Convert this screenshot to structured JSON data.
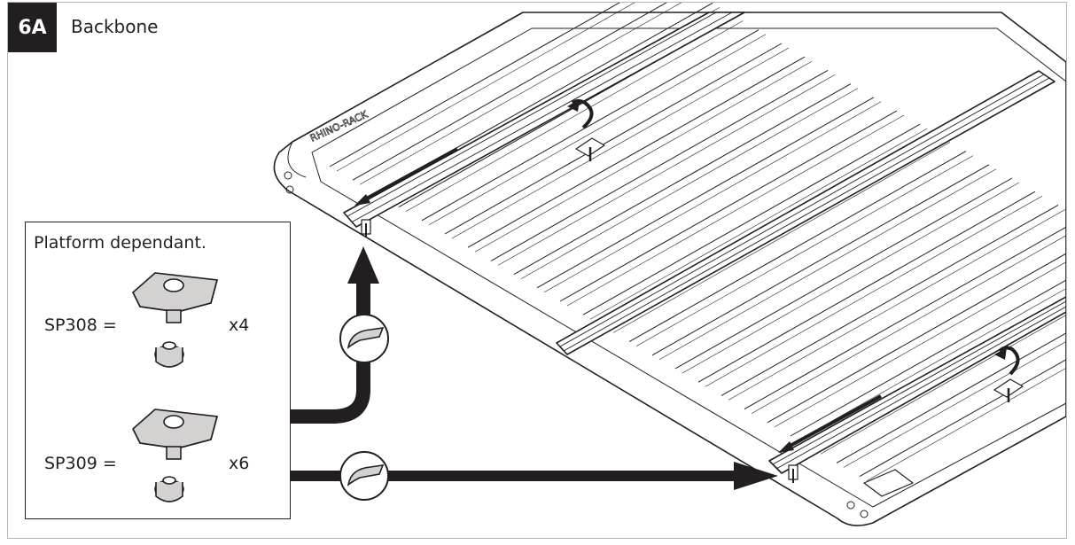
{
  "step": {
    "number": "6A",
    "title": "Backbone"
  },
  "parts_panel": {
    "note": "Platform dependant.",
    "parts": [
      {
        "code": "SP308 =",
        "quantity": "x4"
      },
      {
        "code": "SP309 =",
        "quantity": "x6"
      }
    ]
  },
  "colors": {
    "ink": "#231f20",
    "part_fill": "#d4d2d0",
    "border": "#b5b5b5"
  },
  "icons": [
    "rack-platform-illustration",
    "backbone-rail-illustration",
    "t-bolt-part-icon",
    "flange-nut-part-icon",
    "hand-tool-icon",
    "rotate-arrow-icon",
    "slide-arrow-icon",
    "flow-arrow-icon"
  ]
}
